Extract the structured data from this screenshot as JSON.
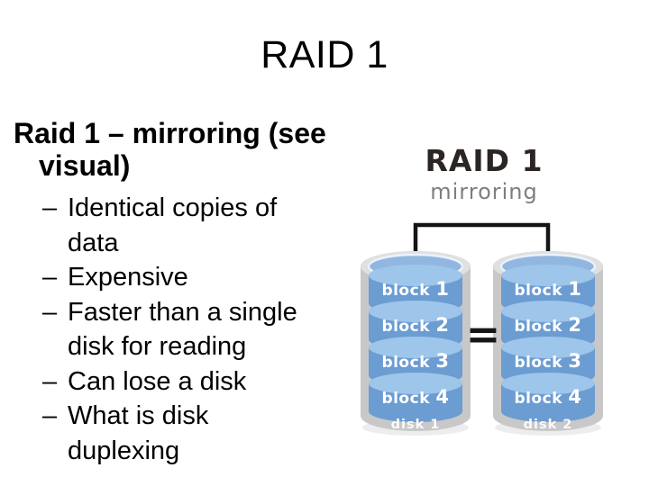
{
  "slide": {
    "title": "RAID 1",
    "heading": {
      "lines": [
        "Raid 1 – mirroring (see",
        "visual)"
      ]
    },
    "bullet_char": "–",
    "bullets": [
      {
        "lines": [
          "Identical copies of",
          "data"
        ]
      },
      {
        "lines": [
          "Expensive"
        ]
      },
      {
        "lines": [
          "Faster than a single",
          "disk for reading"
        ]
      },
      {
        "lines": [
          "Can lose a disk"
        ]
      },
      {
        "lines": [
          "What is disk",
          "duplexing"
        ]
      }
    ]
  },
  "diagram": {
    "title": "RAID 1",
    "subtitle": "mirroring",
    "equals": "=",
    "disks": [
      {
        "name": "disk 1",
        "blocks": [
          {
            "word": "block",
            "num": "1"
          },
          {
            "word": "block",
            "num": "2"
          },
          {
            "word": "block",
            "num": "3"
          },
          {
            "word": "block",
            "num": "4"
          }
        ]
      },
      {
        "name": "disk 2",
        "blocks": [
          {
            "word": "block",
            "num": "1"
          },
          {
            "word": "block",
            "num": "2"
          },
          {
            "word": "block",
            "num": "3"
          },
          {
            "word": "block",
            "num": "4"
          }
        ]
      }
    ],
    "colors": {
      "band_face": "#6b9cd2",
      "band_rim": "#9ec5ea",
      "top_ellipse_blue": "#91b7e0",
      "cylinder_gray": "#c8c8c8",
      "cylinder_top_gray": "#e0e0e0",
      "connector_black": "#141414",
      "diagram_title": "#2b2523",
      "diagram_subtitle": "#7e7e7e",
      "label_white": "#ffffff"
    }
  }
}
